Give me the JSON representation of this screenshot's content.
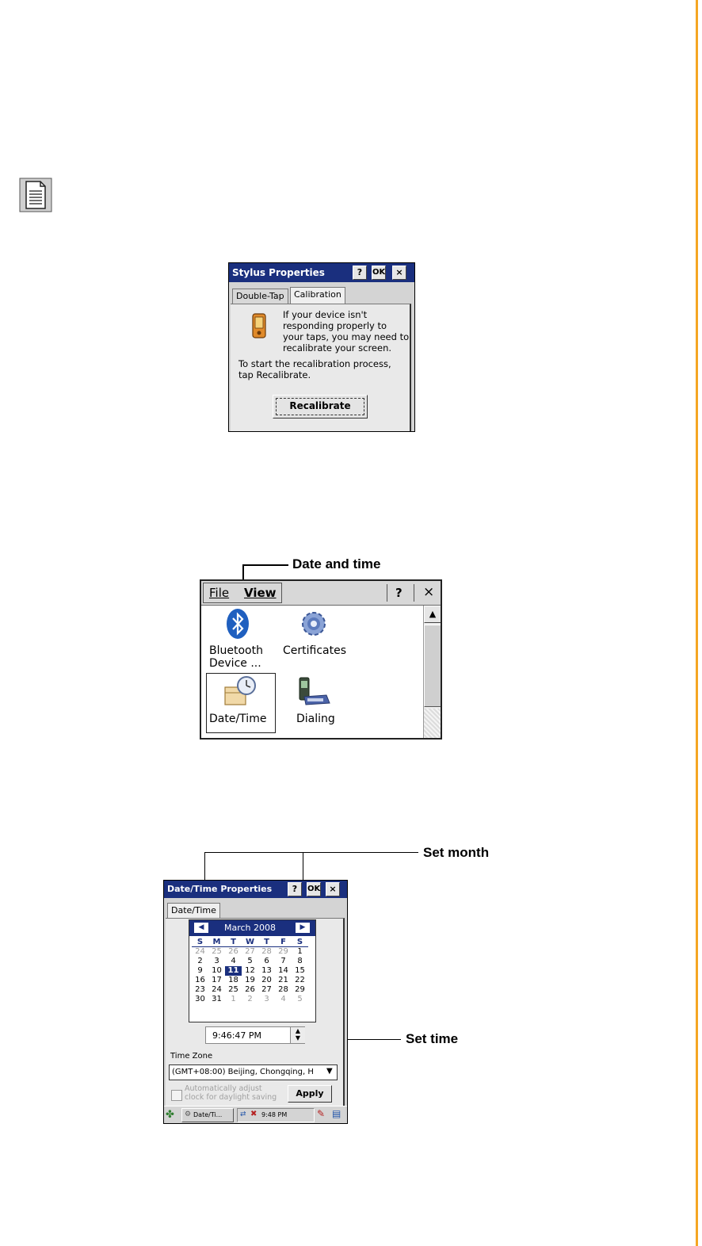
{
  "stylus_dialog": {
    "title": "Stylus Properties",
    "help_btn": "?",
    "ok_btn": "OK",
    "close_btn": "×",
    "tabs": [
      "Double-Tap",
      "Calibration"
    ],
    "active_tab": "Calibration",
    "message1": "If your device isn't responding properly to your taps, you may need to recalibrate your screen.",
    "message2": "To start the recalibration process, tap Recalibrate.",
    "recalibrate_btn": "Recalibrate"
  },
  "control_panel": {
    "callout": "Date and time",
    "menu": {
      "file": "File",
      "view": "View",
      "help": "?",
      "close": "×"
    },
    "icons": [
      {
        "label": "Bluetooth Device ...",
        "icon": "bluetooth-icon"
      },
      {
        "label": "Certificates",
        "icon": "certificates-icon"
      },
      {
        "label": "Date/Time",
        "icon": "date-time-icon"
      },
      {
        "label": "Dialing",
        "icon": "dialing-icon"
      }
    ],
    "scroll_up": "▲"
  },
  "datetime_dialog": {
    "title": "Date/Time Properties",
    "help_btn": "?",
    "ok_btn": "OK",
    "close_btn": "×",
    "tab": "Date/Time",
    "callout_month": "Set month",
    "callout_time": "Set time",
    "calendar": {
      "month": "March 2008",
      "prev": "◀",
      "next": "▶",
      "weekdays": [
        "S",
        "M",
        "T",
        "W",
        "T",
        "F",
        "S"
      ],
      "weeks": [
        [
          "24",
          "25",
          "26",
          "27",
          "28",
          "29",
          "1"
        ],
        [
          "2",
          "3",
          "4",
          "5",
          "6",
          "7",
          "8"
        ],
        [
          "9",
          "10",
          "11",
          "12",
          "13",
          "14",
          "15"
        ],
        [
          "16",
          "17",
          "18",
          "19",
          "20",
          "21",
          "22"
        ],
        [
          "23",
          "24",
          "25",
          "26",
          "27",
          "28",
          "29"
        ],
        [
          "30",
          "31",
          "1",
          "2",
          "3",
          "4",
          "5"
        ]
      ],
      "selected": "11"
    },
    "time": "9:46:47 PM",
    "time_zone_label": "Time Zone",
    "time_zone_value": "(GMT+08:00) Beijing, Chongqing, H",
    "auto_dst": "Automatically adjust clock for daylight saving",
    "apply_btn": "Apply",
    "taskbar": {
      "task": "Date/Ti...",
      "clock": "9:48 PM"
    }
  },
  "colors": {
    "accent_orange": "#f5a623",
    "titlebar_blue": "#1a2f7e",
    "dialog_gray": "#d4d4d4"
  }
}
